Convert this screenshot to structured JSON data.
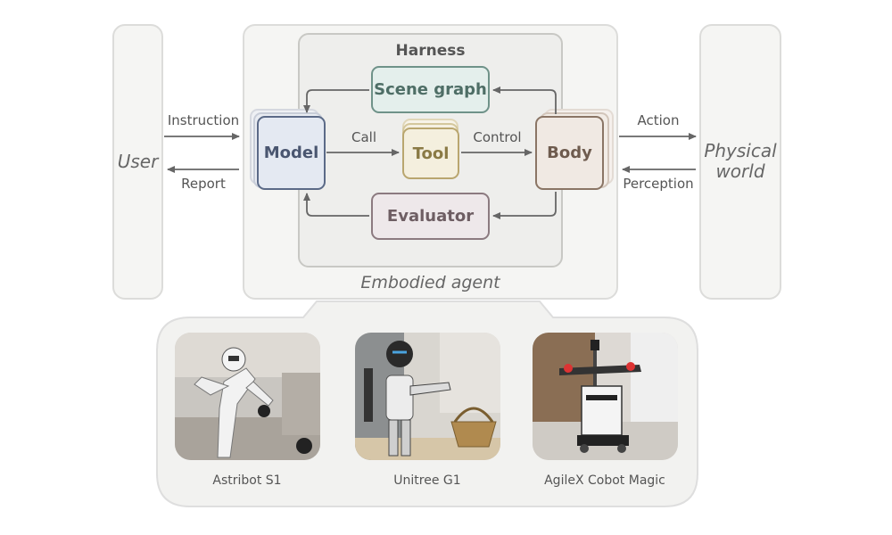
{
  "user": {
    "label": "User"
  },
  "world": {
    "label_line1": "Physical",
    "label_line2": "world"
  },
  "agent": {
    "label": "Embodied agent"
  },
  "harness": {
    "title": "Harness"
  },
  "nodes": {
    "scene_graph": "Scene graph",
    "model": "Model",
    "tool": "Tool",
    "body": "Body",
    "evaluator": "Evaluator"
  },
  "edges": {
    "instruction": "Instruction",
    "report": "Report",
    "call": "Call",
    "control": "Control",
    "action": "Action",
    "perception": "Perception"
  },
  "robots": [
    {
      "name": "Astribot S1"
    },
    {
      "name": "Unitree G1"
    },
    {
      "name": "AgileX Cobot Magic"
    }
  ],
  "colors": {
    "model_fill": "#e4e9f2",
    "model_border": "#5b6a87",
    "tool_fill": "#f4efde",
    "tool_border": "#b9a66f",
    "body_fill": "#f0e9e3",
    "body_border": "#8a7565",
    "scene_fill": "#e4efec",
    "scene_border": "#6f9289",
    "evaluator_fill": "#eee8ea",
    "evaluator_border": "#8c7a80",
    "arrow": "#666666"
  }
}
